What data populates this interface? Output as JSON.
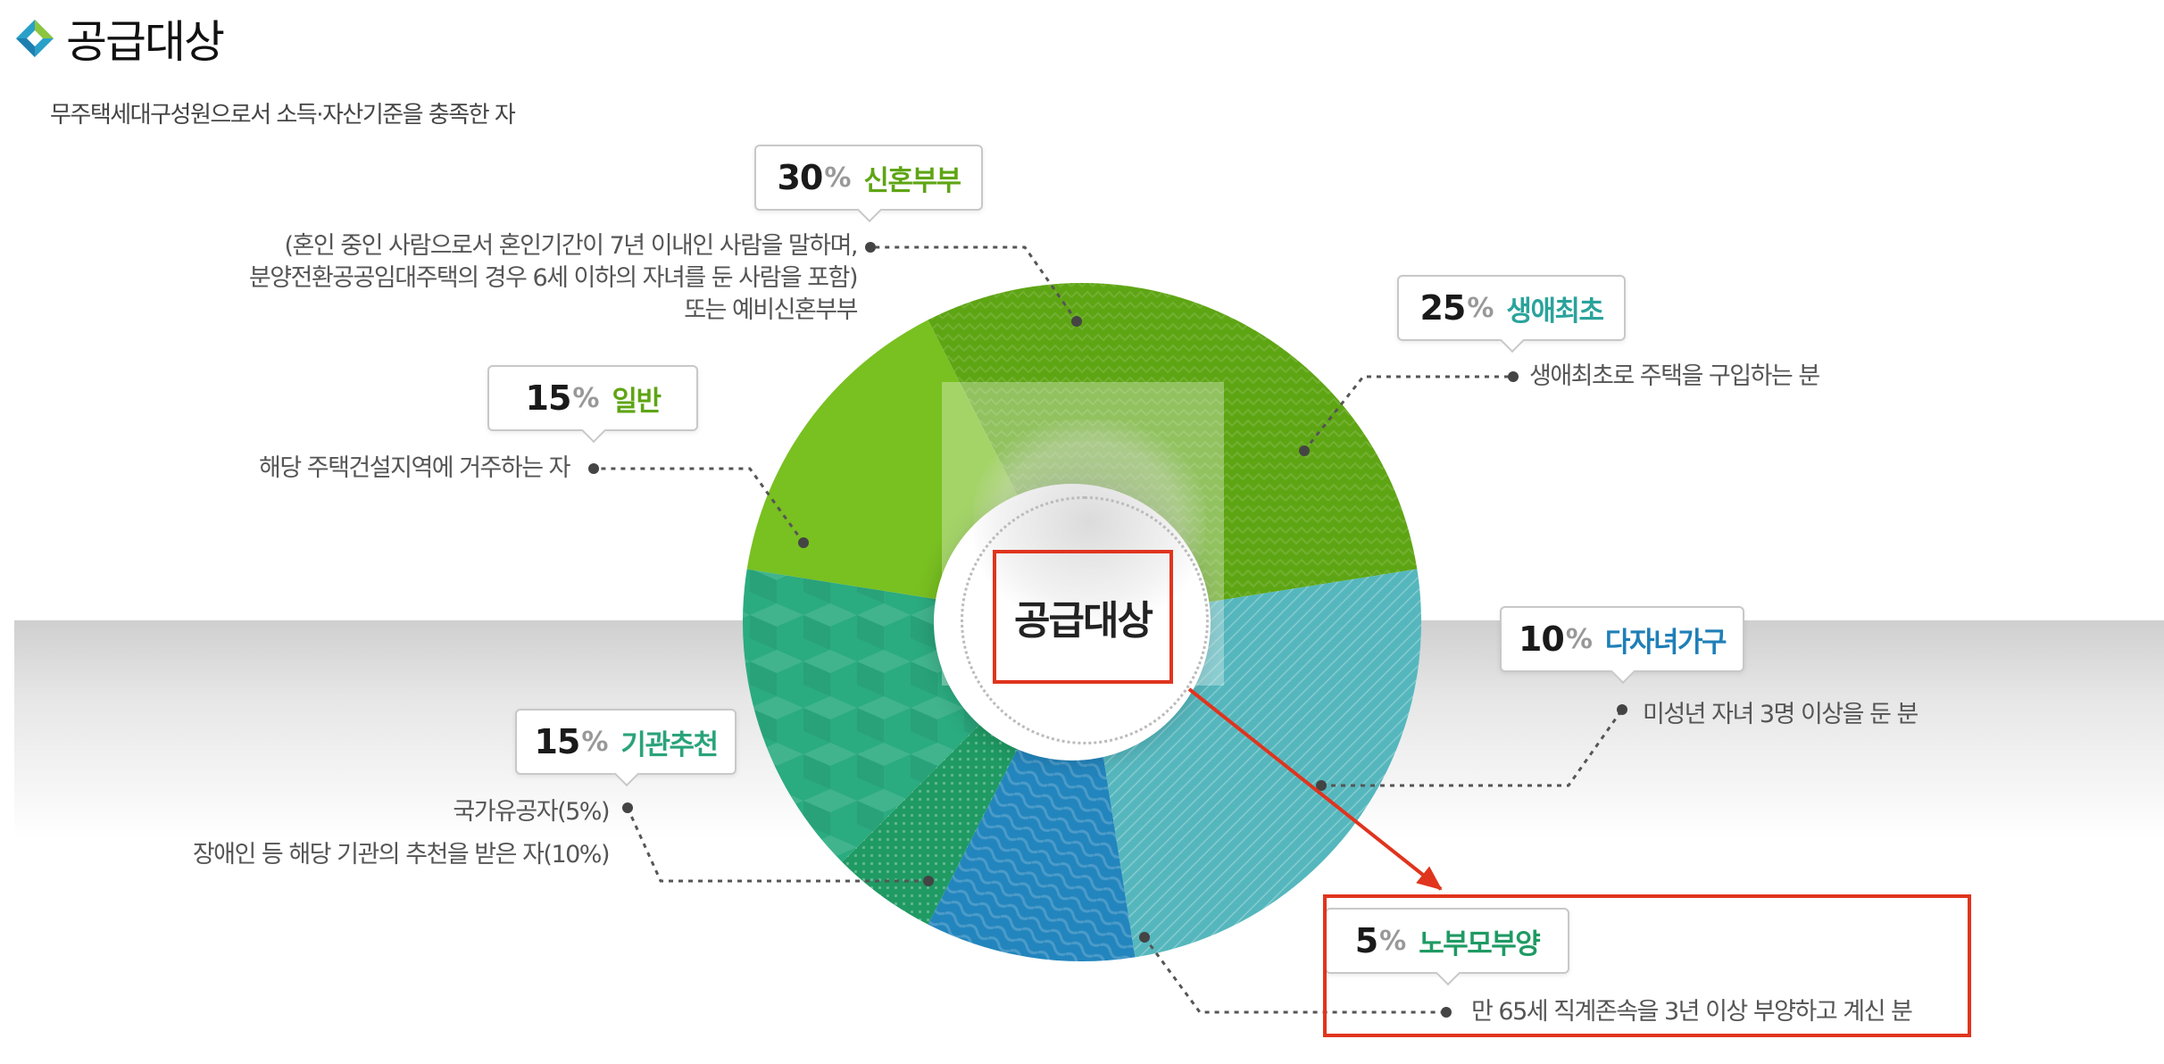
{
  "header": {
    "title": "공급대상",
    "subtitle": "무주택세대구성원으로서 소득·자산기준을 충족한 자"
  },
  "center_label": "공급대상",
  "unit_symbol": "%",
  "chart_data": {
    "type": "pie",
    "title": "공급대상",
    "slices": [
      {
        "name": "신혼부부",
        "value": 30,
        "color": "#5ea514",
        "desc": [
          "(혼인 중인 사람으로서 혼인기간이 7년 이내인 사람을 말하며,",
          "분양전환공공임대주택의 경우 6세 이하의 자녀를 둔 사람을 포함)",
          "또는 예비신혼부부"
        ]
      },
      {
        "name": "생애최초",
        "value": 25,
        "color": "#55b7bd",
        "desc": [
          "생애최초로 주택을 구입하는 분"
        ]
      },
      {
        "name": "다자녀가구",
        "value": 10,
        "color": "#2385bd",
        "desc": [
          "미성년 자녀 3명 이상을 둔 분"
        ]
      },
      {
        "name": "노부모부양",
        "value": 5,
        "color": "#1f9a63",
        "desc": [
          "만 65세 직계존속을 3년 이상 부양하고 계신 분"
        ]
      },
      {
        "name": "기관추천",
        "value": 15,
        "color": "#2bab80",
        "desc": [
          "국가유공자(5%)",
          "장애인 등 해당 기관의 추천을 받은 자(10%)"
        ]
      },
      {
        "name": "일반",
        "value": 15,
        "color": "#79c021",
        "desc": [
          "해당 주택건설지역에 거주하는 자"
        ]
      }
    ],
    "label_colors": {
      "신혼부부": "#5ea514",
      "생애최초": "#2aa39b",
      "다자녀가구": "#1f7fb7",
      "노부모부양": "#1f9a63",
      "기관추천": "#2aa37a",
      "일반": "#5ea514"
    },
    "highlight_color": "#e0341e"
  }
}
